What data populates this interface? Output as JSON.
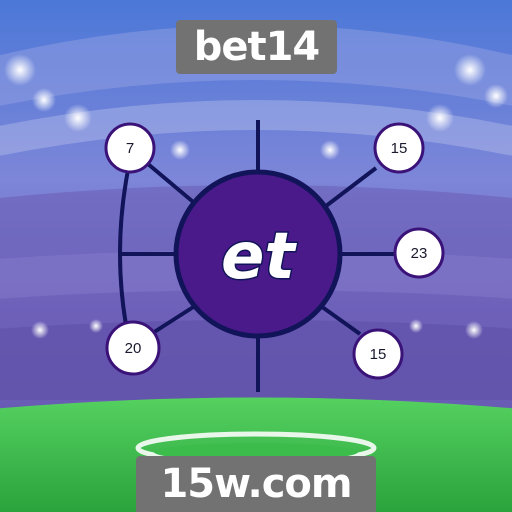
{
  "header": {
    "brand": "bet14"
  },
  "footer": {
    "url": "15w.com"
  },
  "hub": {
    "logo_text": "et"
  },
  "nodes": [
    {
      "id": "top-left",
      "value": "7"
    },
    {
      "id": "top-right",
      "value": "15"
    },
    {
      "id": "right",
      "value": "23"
    },
    {
      "id": "bottom-left",
      "value": "20"
    },
    {
      "id": "bottom-right",
      "value": "15"
    }
  ],
  "colors": {
    "sky_top": "#4f7fd9",
    "sky_mid": "#7c74c8",
    "stands": "#6e5fb6",
    "field": "#3ec14e",
    "hub_fill": "#4b1a8a",
    "line": "#12145a",
    "label_box": "#727272"
  }
}
